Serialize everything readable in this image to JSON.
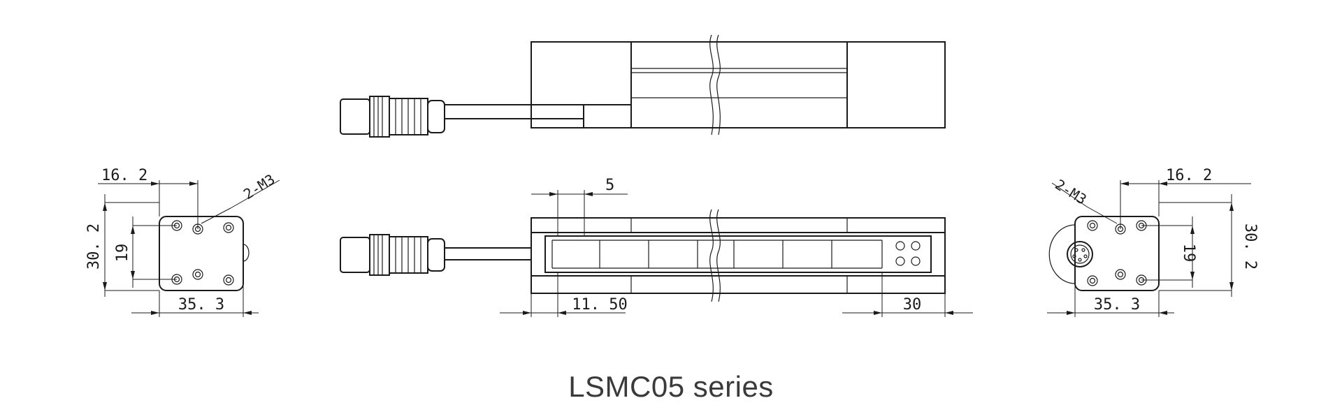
{
  "caption": "LSMC05 series",
  "left_end_view": {
    "dim_top": "16. 2",
    "dim_thread": "2-M3",
    "dim_height_outer": "30. 2",
    "dim_height_inner": "19",
    "dim_width": "35. 3"
  },
  "front_view": {
    "dim_pitch": "5",
    "dim_offset": "11. 50",
    "dim_end": "30"
  },
  "right_end_view": {
    "dim_top": "16. 2",
    "dim_thread": "2-M3",
    "dim_height_outer": "30. 2",
    "dim_height_inner": "19",
    "dim_width": "35. 3"
  }
}
